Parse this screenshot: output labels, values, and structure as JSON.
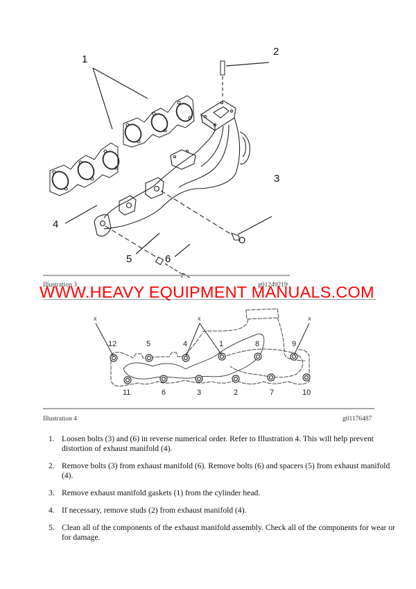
{
  "illustration3": {
    "caption": "Illustration 3",
    "ref_id": "g01249219",
    "callouts": [
      "1",
      "2",
      "3",
      "4",
      "5",
      "6"
    ]
  },
  "watermark": {
    "text": "WWW.HEAVY EQUIPMENT MANUALS.COM",
    "color": "#ff0000"
  },
  "illustration4": {
    "caption": "Illustration 4",
    "ref_id": "g01176487",
    "top_bolts": [
      "12",
      "5",
      "4",
      "1",
      "8",
      "9"
    ],
    "bottom_bolts": [
      "11",
      "6",
      "3",
      "2",
      "7",
      "10"
    ],
    "x_marks": [
      "x",
      "x",
      "x"
    ]
  },
  "steps": [
    {
      "num": "1.",
      "text": "Loosen bolts (3) and (6) in reverse numerical order. Refer to Illustration 4. This will help prevent distortion of exhaust manifold (4)."
    },
    {
      "num": "2.",
      "text": "Remove bolts (3) from exhaust manifold (6). Remove bolts (6) and spacers (5) from exhaust manifold (4)."
    },
    {
      "num": "3.",
      "text": "Remove exhaust manifold gaskets (1) from the cylinder head."
    },
    {
      "num": "4.",
      "text": "If necessary, remove studs (2) from exhaust manifold (4)."
    },
    {
      "num": "5.",
      "text": "Clean all of the components of the exhaust manifold assembly. Check all of the components for wear or for damage."
    }
  ]
}
